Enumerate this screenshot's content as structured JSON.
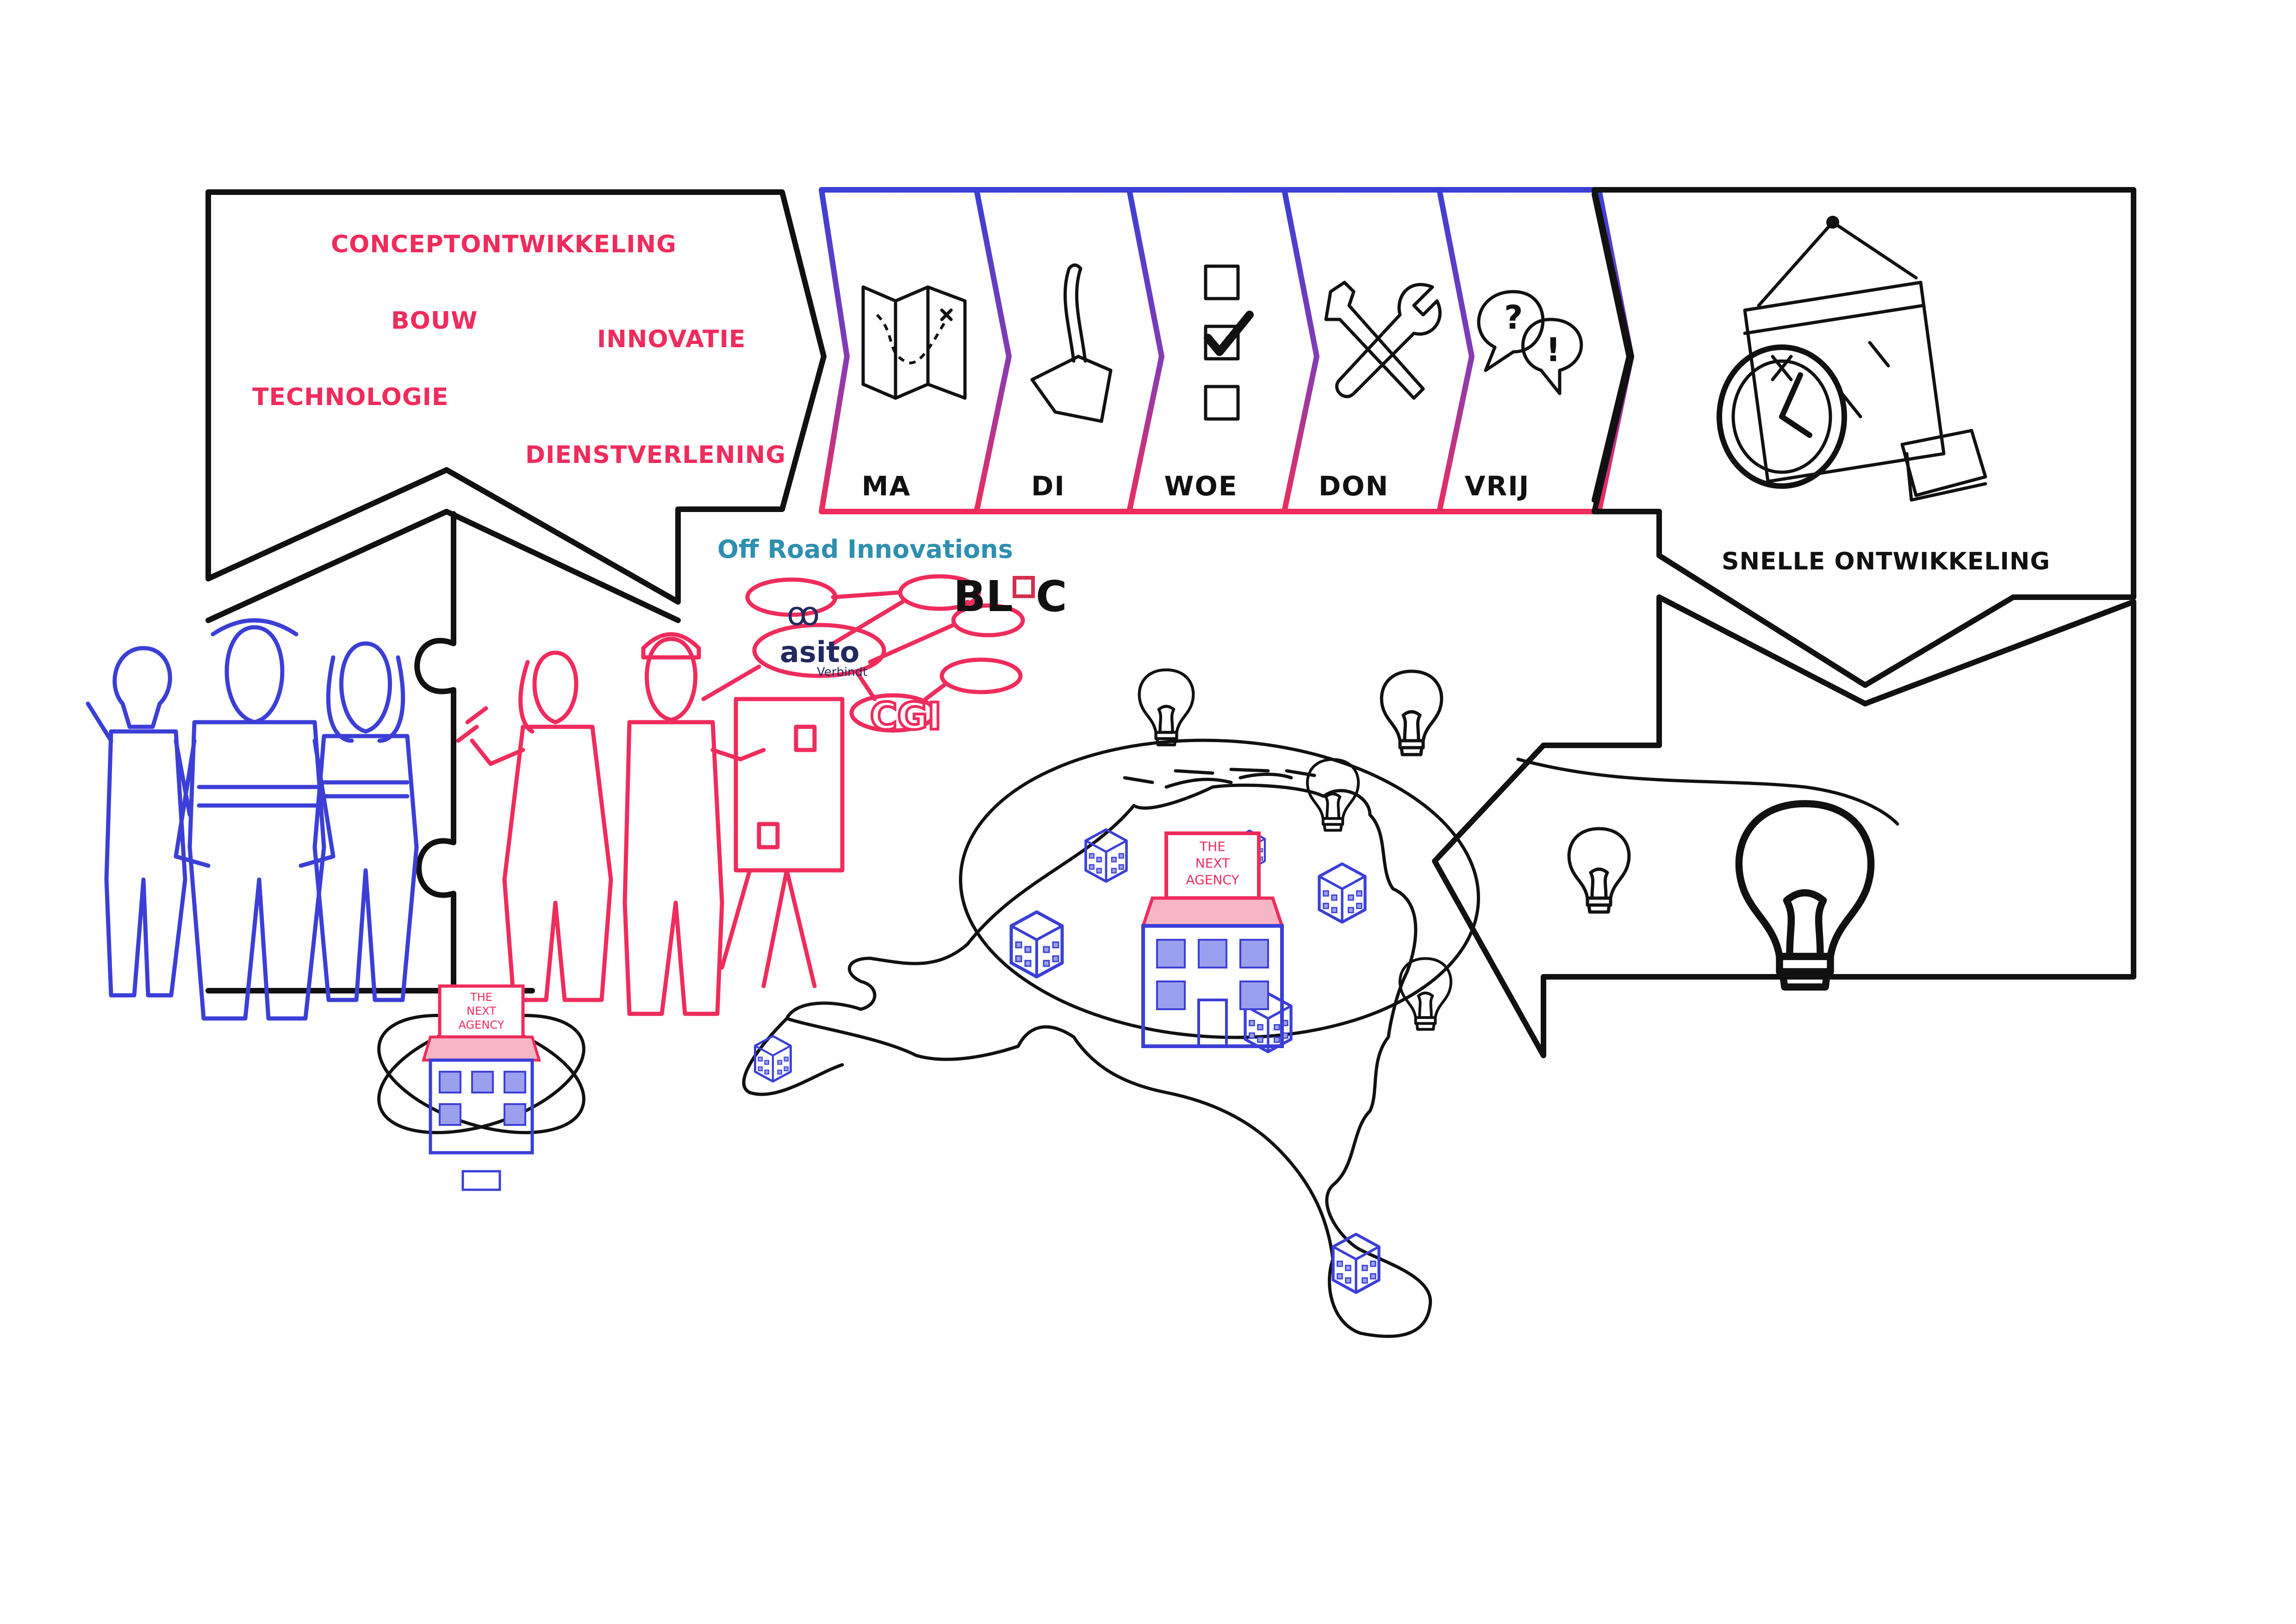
{
  "colors": {
    "ink": "#111111",
    "blue": "#3b3fd6",
    "red": "#ef2c5c",
    "teal": "#2e8fb0",
    "navy": "#22295e"
  },
  "left_panel": {
    "tags": [
      "CONCEPTONTWIKKELING",
      "BOUW",
      "INNOVATIE",
      "TECHNOLOGIE",
      "DIENSTVERLENING"
    ]
  },
  "week": {
    "days": [
      {
        "label": "MA",
        "icon": "folded-map-icon"
      },
      {
        "label": "DI",
        "icon": "shovel-icon"
      },
      {
        "label": "WOE",
        "icon": "checklist-icon"
      },
      {
        "label": "DON",
        "icon": "tools-icon"
      },
      {
        "label": "VRIJ",
        "icon": "speech-bubbles-icon"
      }
    ]
  },
  "right_panel": {
    "caption": "SNELLE ONTWIKKELING",
    "icon": "calendar-clock-icon"
  },
  "network": {
    "title": "Off Road Innovations",
    "partners": {
      "bloc": "BL",
      "bloc_tail": "C",
      "asito": "asito",
      "asito_sub": "Verbindt",
      "cgi": "CGI"
    }
  },
  "agency": {
    "sign_lines": [
      "THE",
      "NEXT",
      "AGENCY"
    ]
  },
  "illustrations": {
    "people_left": "emergency-services-team",
    "people_right": "builders-team",
    "map": "netherlands-map",
    "ideas": "lightbulb-icon"
  }
}
